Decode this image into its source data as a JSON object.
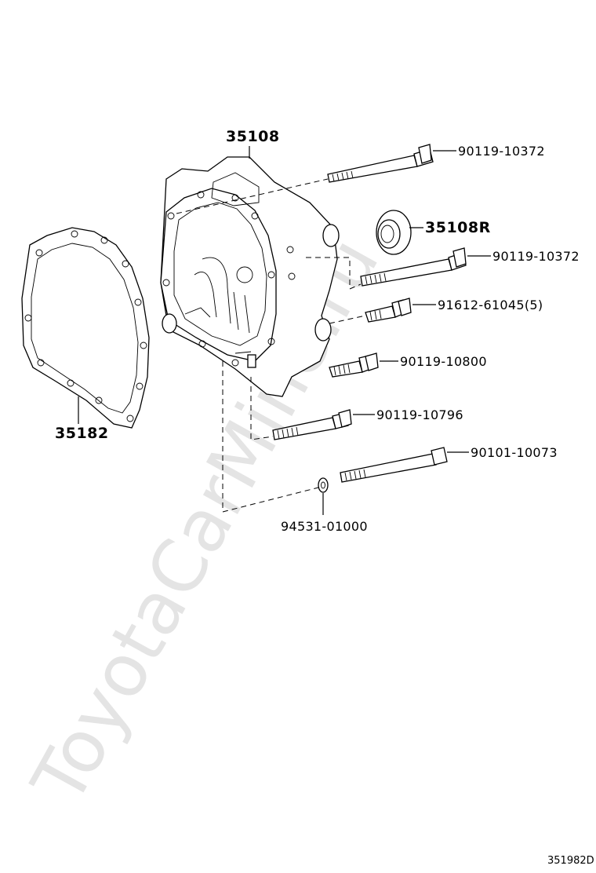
{
  "watermark": "ToyotaCarMine.ru",
  "drawing_code": "351982D",
  "parts": {
    "case": "35108",
    "gasket": "35182",
    "seal": "35108R",
    "bolt_top": "90119-10372",
    "bolt_upper": "90119-10372",
    "bolt_pin": "91612-61045(5)",
    "bolt_mid": "90119-10800",
    "bolt_lower": "90119-10796",
    "bolt_long": "90101-10073",
    "washer": "94531-01000"
  }
}
